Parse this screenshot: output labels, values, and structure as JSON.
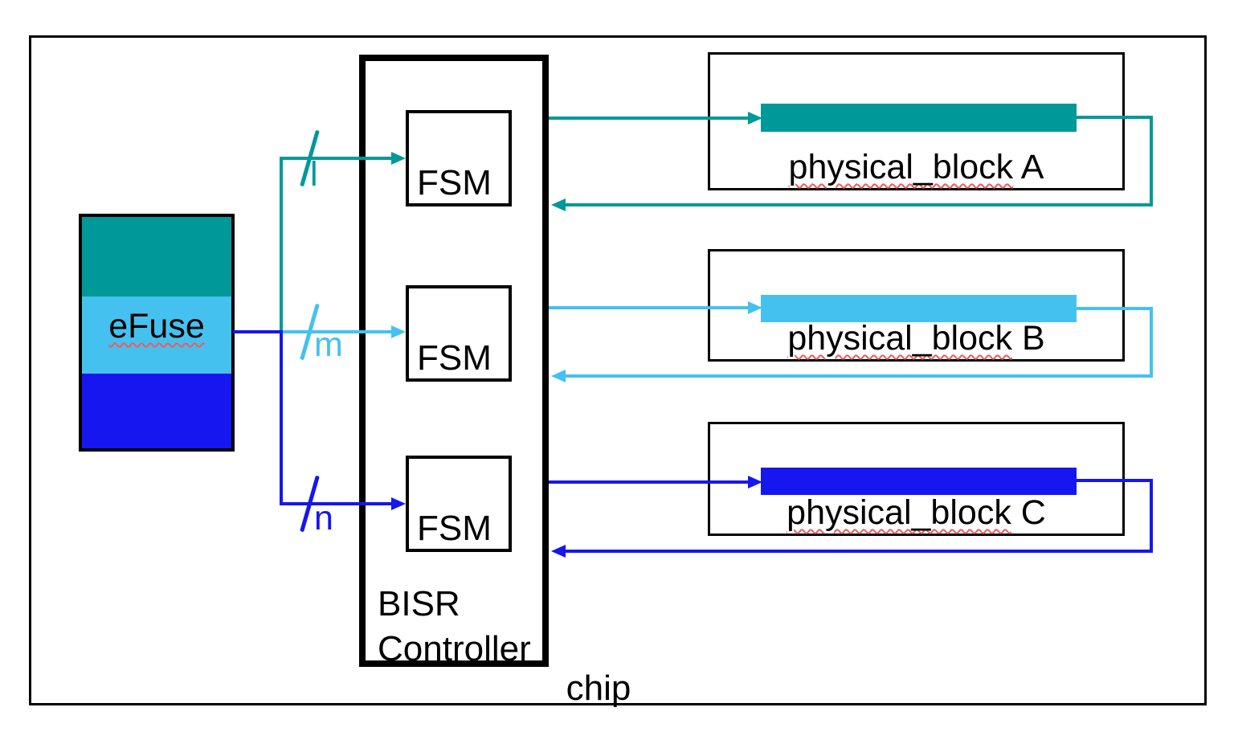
{
  "chip_label": "chip",
  "efuse": {
    "label": "eFuse"
  },
  "controller": {
    "title_line1": "BISR",
    "title_line2": "Controller"
  },
  "fsms": [
    {
      "label": "FSM"
    },
    {
      "label": "FSM"
    },
    {
      "label": "FSM"
    }
  ],
  "buses": [
    {
      "width_label": "l",
      "color": "#009999"
    },
    {
      "width_label": "m",
      "color": "#45C1F0"
    },
    {
      "width_label": "n",
      "color": "#1616F0"
    }
  ],
  "blocks": [
    {
      "label": "physical_block",
      "suffix": " A",
      "color": "#009999"
    },
    {
      "label": "physical_block",
      "suffix": " B",
      "color": "#45C1F0"
    },
    {
      "label": "physical_block",
      "suffix": " C",
      "color": "#1616F0"
    }
  ],
  "colors": {
    "teal": "#009999",
    "sky": "#45C1F0",
    "blue": "#1616F0",
    "outline": "#000000",
    "spellcheck_underline": "#F05A5A"
  }
}
